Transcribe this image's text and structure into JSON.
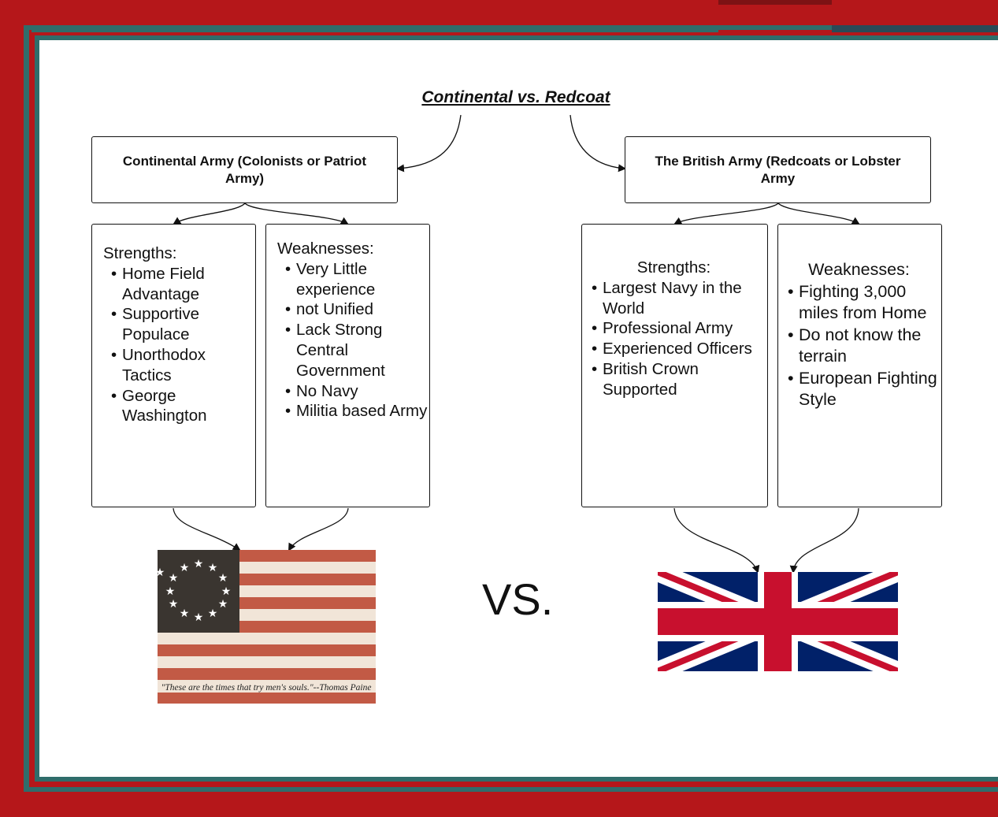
{
  "title": "Continental vs. Redcoat",
  "continental": {
    "header": "Continental Army (Colonists or Patriot Army)",
    "strengths_title": "Strengths:",
    "strengths": [
      "Home Field Advantage",
      "Supportive Populace",
      "Unorthodox Tactics",
      "George Washington"
    ],
    "weaknesses_title": "Weaknesses:",
    "weaknesses": [
      "Very Little experience",
      "not Unified",
      "Lack Strong Central Government",
      "No Navy",
      "Militia based Army"
    ]
  },
  "british": {
    "header": "The British Army (Redcoats or Lobster Army",
    "strengths_title": "Strengths:",
    "strengths": [
      "Largest Navy in the World",
      "Professional Army",
      "Experienced Officers",
      "British Crown Supported"
    ],
    "weaknesses_title": "Weaknesses:",
    "weaknesses": [
      "Fighting 3,000 miles from Home",
      "Do not know the terrain",
      "European Fighting Style"
    ]
  },
  "vs_label": "VS.",
  "flag_caption": "\"These are the times that try men's souls.\"--Thomas Paine",
  "colors": {
    "frame_red": "#b5171a",
    "frame_teal": "#2f6d6b",
    "flag_red": "#c8102e",
    "flag_blue": "#012169"
  },
  "icons": {
    "left_image": "betsy-ross-flag",
    "right_image": "union-jack-flag"
  }
}
